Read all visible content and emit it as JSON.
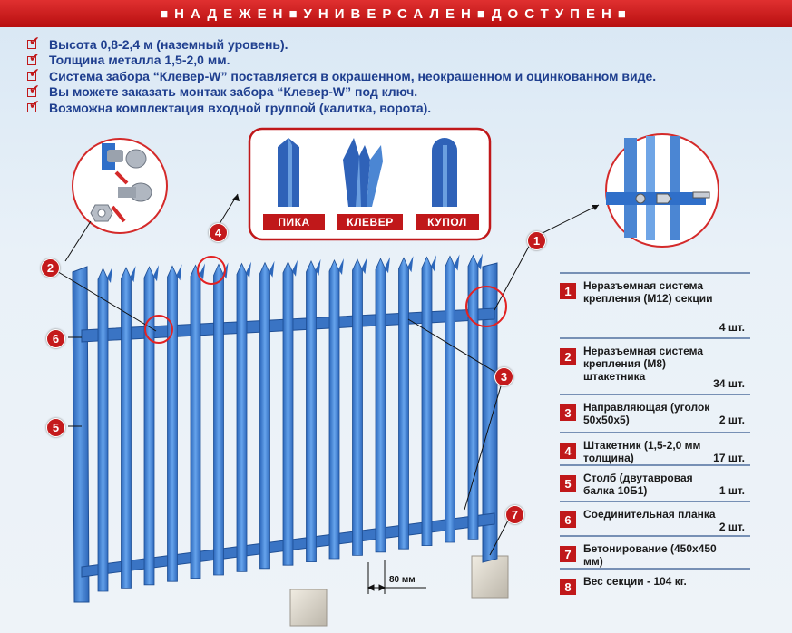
{
  "header": {
    "tagline": "■НАДЕЖЕН■УНИВЕРСАЛЕН■ДОСТУПЕН■"
  },
  "features": [
    "Высота 0,8-2,4 м (наземный уровень).",
    "Толщина металла 1,5-2,0 мм.",
    "Система забора “Клевер-W” поставляется в окрашенном, неокрашенном и оцинкованном виде.",
    "Вы можете заказать монтаж забора “Клевер-W” под ключ.",
    "Возможна комплектация входной группой (калитка, ворота)."
  ],
  "profiles": [
    {
      "label": "ПИКА",
      "icon": "pika-picket-icon"
    },
    {
      "label": "КЛЕВЕР",
      "icon": "klever-picket-icon"
    },
    {
      "label": "КУПОЛ",
      "icon": "kupol-picket-icon"
    }
  ],
  "callouts": [
    "1",
    "2",
    "3",
    "4",
    "5",
    "6",
    "7"
  ],
  "dimension": {
    "label": "80 мм"
  },
  "legend": [
    {
      "num": "1",
      "text": "Неразъемная система крепления (М12) секции",
      "qty": "4 шт."
    },
    {
      "num": "2",
      "text": "Неразъемная система крепления (М8) штакетника",
      "qty": "34 шт."
    },
    {
      "num": "3",
      "text": "Направляющая (уголок 50х50х5)",
      "qty": "2 шт."
    },
    {
      "num": "4",
      "text": "Штакетник (1,5-2,0 мм толщина)",
      "qty": "17 шт."
    },
    {
      "num": "5",
      "text": "Столб (двутавровая балка 10Б1)",
      "qty": "1 шт."
    },
    {
      "num": "6",
      "text": "Соединительная планка",
      "qty": "2 шт."
    },
    {
      "num": "7",
      "text": "Бетонирование (450х450 мм)",
      "qty": ""
    },
    {
      "num": "8",
      "text": "Вес секции - 104 кг.",
      "qty": ""
    }
  ],
  "colors": {
    "accent": "#c0181a",
    "fence": "#3f7fd0",
    "text_blue": "#1f3f8f"
  }
}
